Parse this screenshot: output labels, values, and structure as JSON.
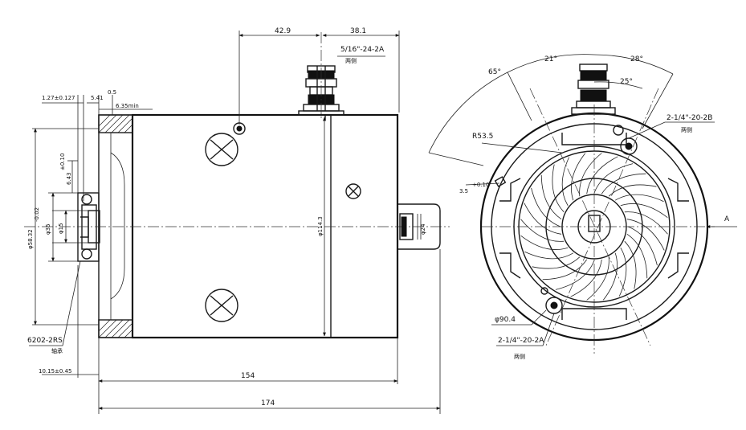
{
  "side_view": {
    "dim_length_body": "154",
    "dim_length_total": "174",
    "dim_top_left": "42.9",
    "dim_top_right": "38.1",
    "terminal_thread": "5/16\"-24-2A",
    "terminal_note": "两侧",
    "dim_face": "1.27±0.127",
    "dim_step": "5.41",
    "dim_step_tol": "0.5",
    "dim_min": "6.35min",
    "dim_spigot": "6.43",
    "dim_spigot_tol": "±0.10",
    "dim_pilot": "φ58.32",
    "dim_pilot_tol": "-0.02",
    "dim_bore": "φ35",
    "dim_shaft": "φ15",
    "dim_body_dia": "φ114.3",
    "dim_stud": "φ24",
    "bearing": "6202-2RS",
    "bearing_note": "轴承",
    "dim_offset": "10.15±0.45"
  },
  "end_view": {
    "angle_outer": "65°",
    "angle_mid": "21°",
    "angle_right": "28°",
    "angle_inner": "25°",
    "radius": "R53.5",
    "slot": "3.5",
    "slot_tol": "+0.10",
    "mount_top": "2-1/4\"-20-2B",
    "mount_top_note": "两侧",
    "bolt_circle": "φ90.4",
    "mount_bottom": "2-1/4\"-20-2A",
    "mount_bottom_note": "两侧",
    "view_label": "A"
  }
}
